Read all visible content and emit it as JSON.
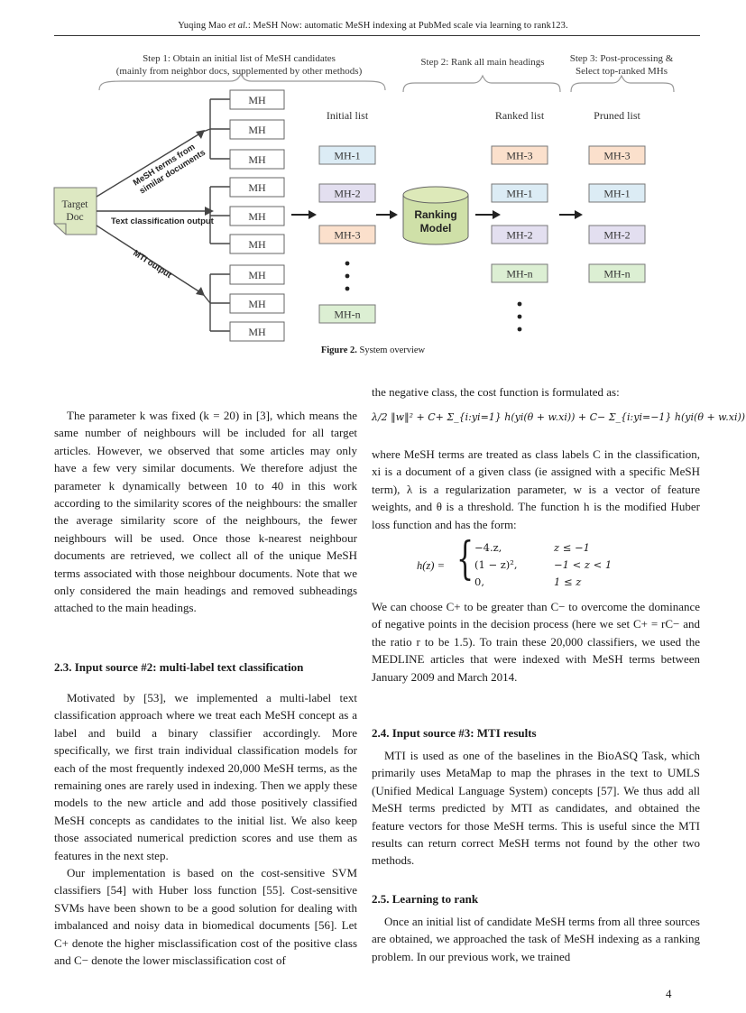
{
  "header": {
    "author": "Yuqing Mao",
    "etal": "et al.",
    "title": ":  MeSH Now: automatic MeSH indexing at PubMed scale via learning to rank123."
  },
  "figure": {
    "step1": "Step 1: Obtain an initial list of MeSH candidates",
    "step1_sub": "(mainly from neighbor docs, supplemented by other methods)",
    "step2": "Step 2: Rank all main headings",
    "step3": "Step 3: Post-processing &",
    "step3_sub": "Select top-ranked MHs",
    "target_doc_line1": "Target",
    "target_doc_line2": "Doc",
    "branch_top_line1": "MeSH terms from",
    "branch_top_line2": "similar documents",
    "branch_mid": "Text classification output",
    "branch_bottom": "MTI output",
    "mh": "MH",
    "initial_list_label": "Initial list",
    "ranked_list_label": "Ranked list",
    "pruned_list_label": "Pruned list",
    "initial_list": [
      "MH-1",
      "MH-2",
      "MH-3",
      "MH-n"
    ],
    "ranked_list": [
      "MH-3",
      "MH-1",
      "MH-2",
      "MH-n"
    ],
    "pruned_list": [
      "MH-3",
      "MH-1",
      "MH-2",
      "MH-n"
    ],
    "model_line1": "Ranking",
    "model_line2": "Model",
    "colors": {
      "blue": "#dcecf5",
      "purple": "#e3dff0",
      "peach": "#fbe0cc",
      "green": "#dcefd3",
      "target": "#dde8c2",
      "cylinder": "#cfe0a8"
    },
    "caption_label": "Figure 2.",
    "caption_text": " System overview"
  },
  "left_col": {
    "p1": "The parameter k was fixed (k = 20) in [3], which means the same number of neighbours will be included for all target articles.  However, we observed that some articles may only have a few very similar documents.  We therefore adjust the parameter k dynamically between 10 to 40 in this work according to the similarity scores of the neighbours: the smaller the average similarity score of the neighbours, the fewer neighbours will be used.  Once those k-nearest neighbour documents are retrieved, we collect all of the unique MeSH terms associated with those neighbour documents.  Note that we only considered the main headings and removed subheadings attached to the main headings.",
    "sec23": "2.3. Input source #2: multi-label text classification",
    "p2": "Motivated by [53], we implemented a multi-label text classification approach where we treat each MeSH concept as a label and build a binary classifier accordingly. More specifically, we first train individual classification models for each of the most frequently indexed 20,000 MeSH terms, as the remaining ones are rarely used in indexing.  Then we apply these models to the new article and add those positively classified MeSH concepts as candidates to the initial list.  We also keep those associated numerical prediction scores and use them as features in the next step.",
    "p3": "Our implementation is based on the cost-sensitive SVM classifiers [54] with Huber loss function [55]. Cost-sensitive SVMs have been shown to be a good solution for dealing with imbalanced and noisy data in biomedical documents [56]. Let C+ denote the higher misclassification cost of the positive class and C− denote the lower misclassification cost of"
  },
  "right_col": {
    "p1": "the negative class, the cost function is formulated as:",
    "equation": "λ/2 ‖w‖² + C+ Σ_{i:yi=1} h(yi(θ + w.xi)) + C− Σ_{i:yi=−1} h(yi(θ + w.xi))",
    "p2": "where MeSH terms are treated as class labels C in the classification, xi is a document of a given class (ie assigned with a specific MeSH term), λ is a regularization parameter, w is a vector of feature weights, and θ is a threshold.  The function h is the modified Huber loss function and has the form:",
    "huber": {
      "lhs": "h(z) =",
      "rows": [
        {
          "expr": "−4.z,",
          "cond": "z ≤ −1"
        },
        {
          "expr": "(1 − z)²,",
          "cond": "−1 < z < 1"
        },
        {
          "expr": "0,",
          "cond": "1 ≤ z"
        }
      ]
    },
    "p3": "We can choose C+ to be greater than C− to overcome the dominance of negative points in the decision process (here we set C+ = rC− and the ratio r to be 1.5).  To train these 20,000 classifiers, we used the MEDLINE articles that were indexed with MeSH terms between January 2009 and March 2014.",
    "sec24": "2.4. Input source #3: MTI results",
    "p4": "MTI is used as one of the baselines in the BioASQ Task, which primarily uses MetaMap to map the phrases in the text to UMLS (Unified Medical Language System) concepts [57]. We thus add all MeSH terms predicted by MTI as candidates, and obtained the feature vectors for those MeSH terms. This is useful since the MTI results can return correct MeSH terms not found by the other two methods.",
    "sec25": "2.5. Learning to rank",
    "p5": "Once an initial list of candidate MeSH terms from all three sources are obtained, we approached the task of MeSH indexing as a ranking problem.  In our previous work, we trained"
  },
  "page_number": "4"
}
